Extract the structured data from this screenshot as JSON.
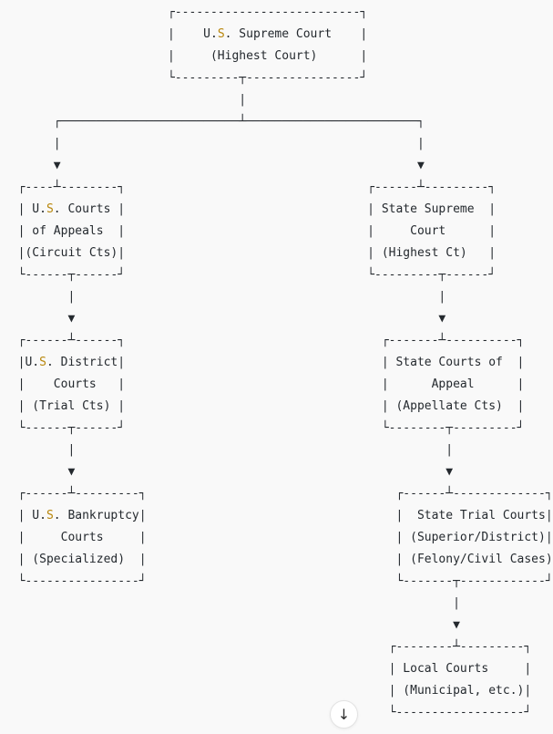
{
  "page": {
    "background": "#f9f9f9"
  },
  "diagram": {
    "text_color": "#24292e",
    "arrow_icon": "▼",
    "highlight": {
      "find": "U.S.",
      "part": "S",
      "color": "#b8860b"
    },
    "boxes": [
      {
        "id": "us-supreme-court",
        "lines": [
          "U.S. Supreme Court",
          "(Highest Court)"
        ]
      },
      {
        "id": "us-courts-of-appeals",
        "lines": [
          "U.S. Courts",
          "of Appeals",
          "(Circuit Cts)"
        ]
      },
      {
        "id": "us-district-courts",
        "lines": [
          "U.S. District",
          "Courts",
          "(Trial Cts)"
        ]
      },
      {
        "id": "us-bankruptcy-courts",
        "lines": [
          "U.S. Bankruptcy",
          "Courts",
          "(Specialized)"
        ]
      },
      {
        "id": "state-supreme-court",
        "lines": [
          "State Supreme",
          "Court",
          "(Highest Ct)"
        ]
      },
      {
        "id": "state-courts-of-appeal",
        "lines": [
          "State Courts of",
          "Appeal",
          "(Appellate Cts)"
        ]
      },
      {
        "id": "state-trial-courts",
        "lines": [
          "State Trial Courts",
          "(Superior/District)",
          "(Felony/Civil Cases)"
        ]
      },
      {
        "id": "local-courts",
        "lines": [
          "Local Courts",
          "(Municipal, etc.)"
        ]
      }
    ],
    "lines": [
      "                       ┌--------------------------┐",
      "                       |    U.S. Supreme Court    |",
      "                       |     (Highest Court)      |",
      "                       └---------┬----------------┘",
      "                                 |",
      "       ┌─────────────────────────┴────────────────────────┐",
      "       |                                                  |",
      "       ▼                                                  ▼",
      "  ┌----┴--------┐                                  ┌------┴---------┐",
      "  | U.S. Courts |                                  | State Supreme  |",
      "  | of Appeals  |                                  |     Court      |",
      "  |(Circuit Cts)|                                  | (Highest Ct)   |",
      "  └------┬------┘                                  └---------┬------┘",
      "         |                                                   |",
      "         ▼                                                   ▼",
      "  ┌------┴------┐                                    ┌-------┴----------┐",
      "  |U.S. District|                                    | State Courts of  |",
      "  |    Courts   |                                    |      Appeal      |",
      "  | (Trial Cts) |                                    | (Appellate Cts)  |",
      "  └------┬------┘                                    └--------┬---------┘",
      "         |                                                    |",
      "         ▼                                                    ▼",
      "  ┌------┴---------┐                                   ┌------┴-------------┐",
      "  | U.S. Bankruptcy|                                   |  State Trial Courts|",
      "  |     Courts     |                                   | (Superior/District)|",
      "  | (Specialized)  |                                   | (Felony/Civil Cases)",
      "  └----------------┘                                   └-------┬------------┘",
      "                                                               |",
      "                                                               ▼",
      "                                                      ┌--------┴---------┐",
      "                                                      | Local Courts     |",
      "                                                      | (Municipal, etc.)|",
      "                                                      └------------------┘"
    ]
  },
  "scroll_button": {
    "icon": "↓"
  }
}
